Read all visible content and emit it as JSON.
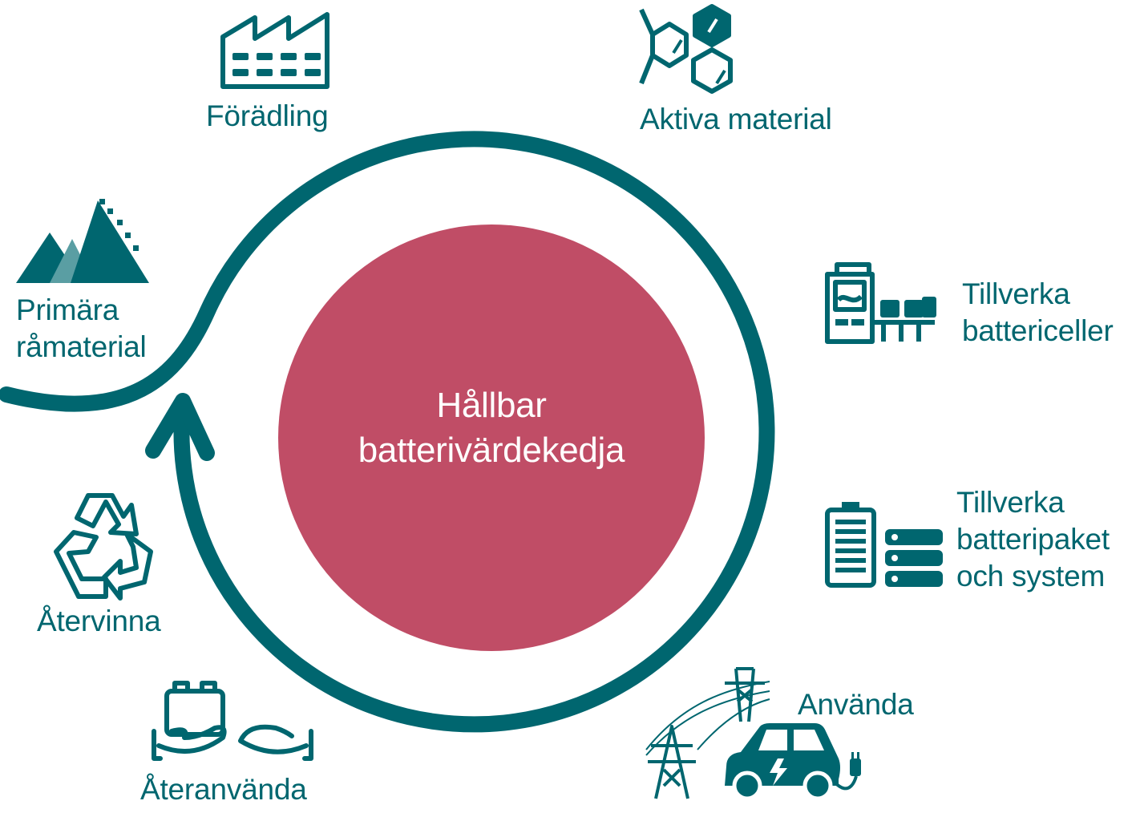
{
  "colors": {
    "teal": "#00666f",
    "teal_light": "#5a9ea3",
    "core": "#c04d66",
    "background": "#ffffff"
  },
  "center": {
    "line1": "Hållbar",
    "line2": "batterivärdekedja"
  },
  "stages": {
    "primary": {
      "line1": "Primära",
      "line2": "råmaterial",
      "icon": "mountain-mining-icon"
    },
    "refining": {
      "line1": "Förädling",
      "icon": "factory-icon"
    },
    "active": {
      "line1": "Aktiva material",
      "icon": "molecule-icon"
    },
    "cells": {
      "line1": "Tillverka",
      "line2": "battericeller",
      "icon": "cell-production-icon"
    },
    "packs": {
      "line1": "Tillverka",
      "line2": "batteripaket",
      "line3": "och system",
      "icon": "battery-pack-icon"
    },
    "use": {
      "line1": "Använda",
      "icon": "electric-car-power-line-icon"
    },
    "reuse": {
      "line1": "Återanvända",
      "icon": "hands-battery-icon"
    },
    "recycle": {
      "line1": "Återvinna",
      "icon": "recycle-icon"
    }
  }
}
